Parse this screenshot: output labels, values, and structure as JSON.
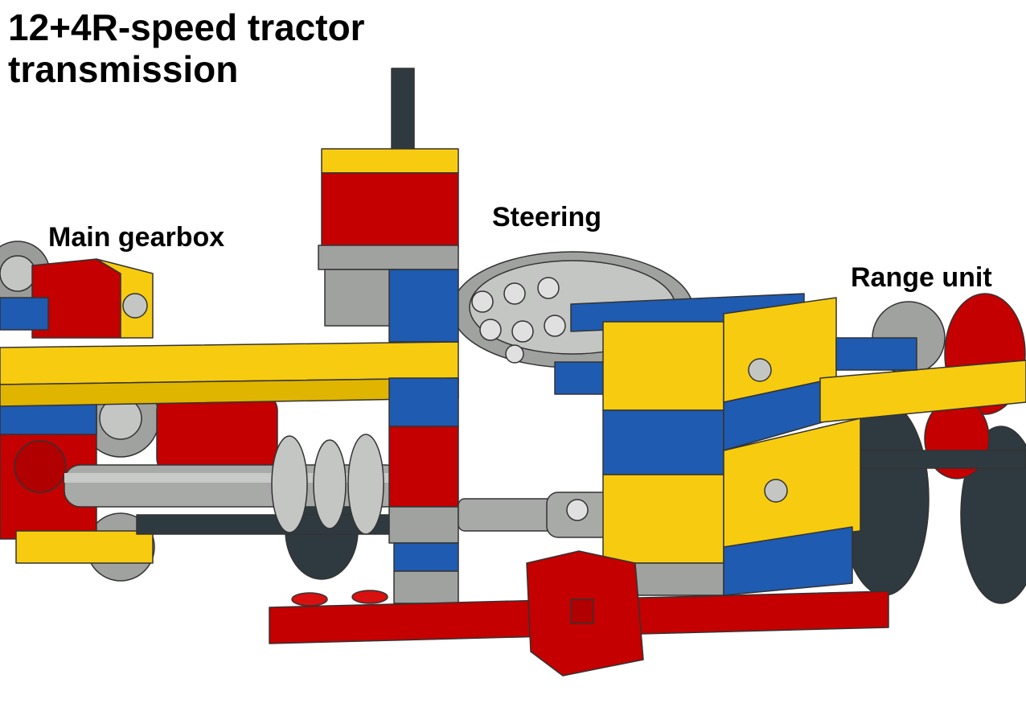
{
  "title": "12+4R-speed tractor\ntransmission",
  "labels": {
    "main_gearbox": "Main gearbox",
    "steering": "Steering",
    "range_unit": "Range unit"
  },
  "colors": {
    "red": "#c40000",
    "yellow": "#f7cc10",
    "blue": "#1f5bb0",
    "gray": "#a0a2a0",
    "light_gray": "#c4c6c4",
    "dark_gray": "#2f3a40",
    "outline": "#333333"
  }
}
